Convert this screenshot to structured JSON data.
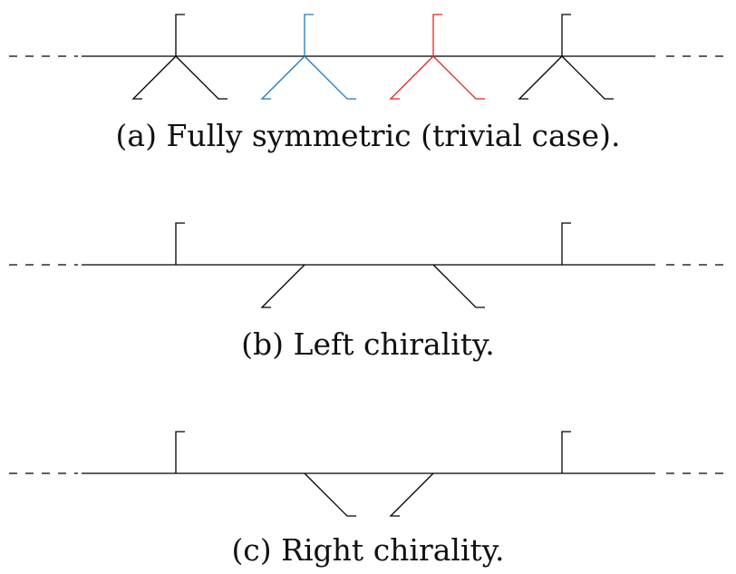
{
  "figure": {
    "panels": [
      {
        "id": "a",
        "caption": "(a) Fully symmetric (trivial case).",
        "motifs": [
          {
            "kind": "full",
            "color": "#000000"
          },
          {
            "kind": "full",
            "color": "#1f77b4"
          },
          {
            "kind": "full",
            "color": "#e8221f"
          },
          {
            "kind": "full",
            "color": "#000000"
          }
        ]
      },
      {
        "id": "b",
        "caption": "(b) Left chirality.",
        "motifs": [
          {
            "kind": "up",
            "color": "#000000"
          },
          {
            "kind": "down-left",
            "color": "#000000"
          },
          {
            "kind": "down-right",
            "color": "#000000"
          },
          {
            "kind": "up",
            "color": "#000000"
          }
        ]
      },
      {
        "id": "c",
        "caption": "(c) Right chirality.",
        "motifs": [
          {
            "kind": "up",
            "color": "#000000"
          },
          {
            "kind": "down-right",
            "color": "#000000"
          },
          {
            "kind": "down-left",
            "color": "#000000"
          },
          {
            "kind": "up",
            "color": "#000000"
          }
        ]
      }
    ]
  }
}
